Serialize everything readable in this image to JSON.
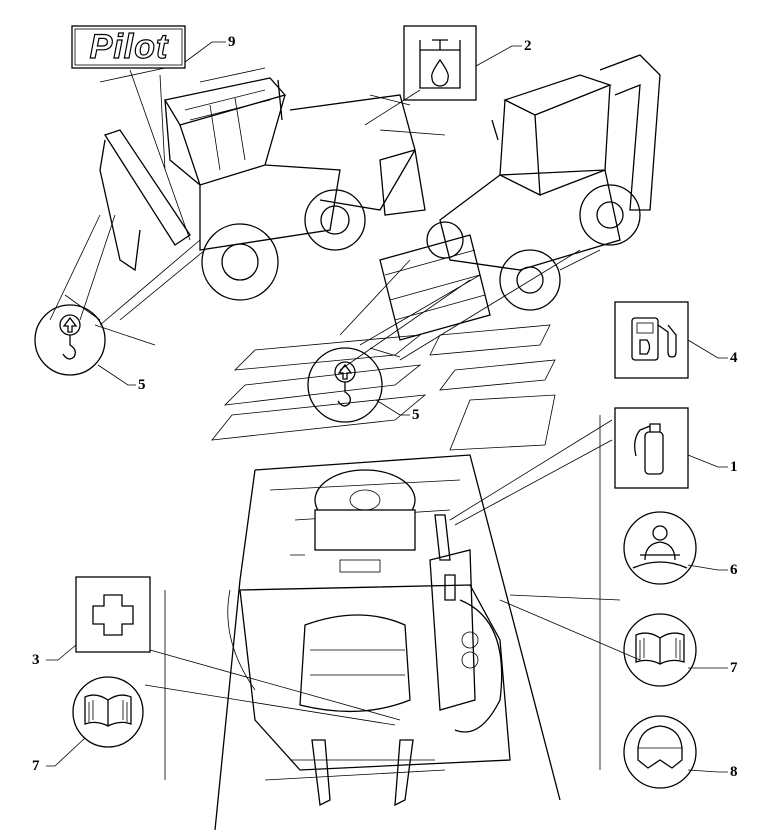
{
  "logo": {
    "text": "Pilot"
  },
  "callouts": {
    "pilot_decal": "9",
    "hydraulic_oil": "2",
    "fuel": "4",
    "extinguisher": "1",
    "seat_belt": "6",
    "manual_right": "7",
    "helmet": "8",
    "first_aid": "3",
    "manual_left": "7",
    "lift_point_rear": "5",
    "lift_point_front": "5"
  }
}
